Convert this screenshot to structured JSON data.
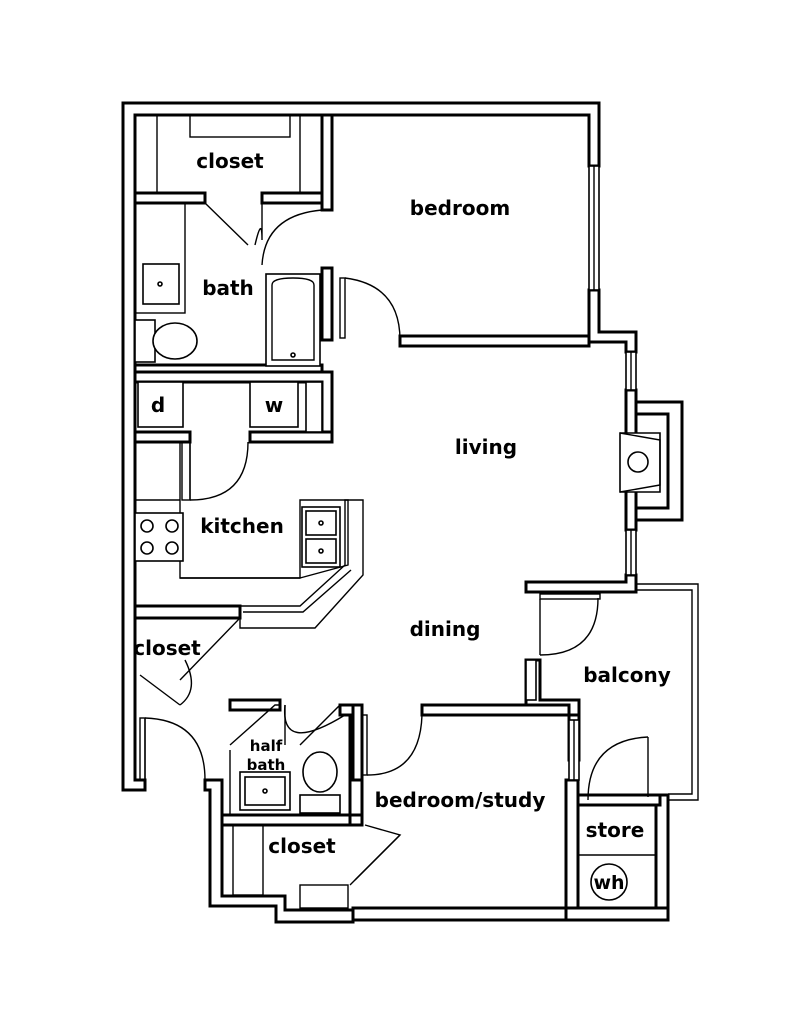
{
  "rooms": {
    "closet_top": "closet",
    "bedroom": "bedroom",
    "bath": "bath",
    "dryer": "d",
    "washer": "w",
    "living": "living",
    "kitchen": "kitchen",
    "dining": "dining",
    "closet_left": "closet",
    "balcony": "balcony",
    "half_bath_line1": "half",
    "half_bath_line2": "bath",
    "bedroom_study": "bedroom/study",
    "closet_bottom": "closet",
    "store": "store",
    "water_heater": "wh"
  }
}
